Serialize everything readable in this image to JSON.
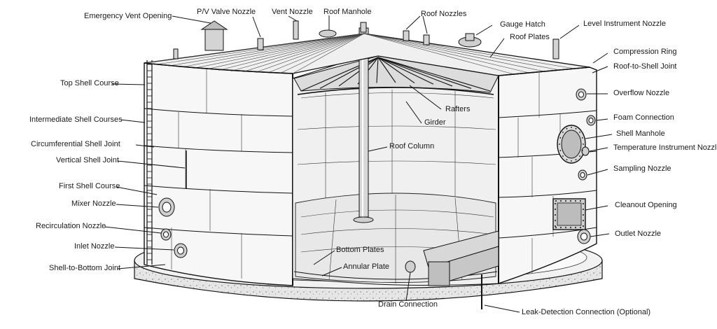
{
  "labels": {
    "emergency_vent_opening": "Emergency Vent Opening",
    "pv_valve_nozzle": "P/V Valve Nozzle",
    "vent_nozzle": "Vent Nozzle",
    "roof_manhole": "Roof Manhole",
    "roof_nozzles": "Roof Nozzles",
    "gauge_hatch": "Gauge Hatch",
    "roof_plates": "Roof Plates",
    "level_instrument_nozzle": "Level Instrument Nozzle",
    "compression_ring": "Compression Ring",
    "roof_to_shell_joint": "Roof-to-Shell Joint",
    "top_shell_course": "Top Shell Course",
    "overflow_nozzle": "Overflow Nozzle",
    "rafters": "Rafters",
    "foam_connection": "Foam Connection",
    "intermediate_shell_courses": "Intermediate Shell Courses",
    "girder": "Girder",
    "shell_manhole": "Shell Manhole",
    "circumferential_shell_joint": "Circumferential Shell Joint",
    "roof_column": "Roof Column",
    "temperature_instrument_nozzle": "Temperature Instrument Nozzle",
    "vertical_shell_joint": "Vertical Shell Joint",
    "sampling_nozzle": "Sampling Nozzle",
    "first_shell_course": "First Shell Course",
    "mixer_nozzle": "Mixer Nozzle",
    "cleanout_opening": "Cleanout Opening",
    "recirculation_nozzle": "Recirculation Nozzle",
    "outlet_nozzle": "Outlet Nozzle",
    "inlet_nozzle": "Inlet Nozzle",
    "bottom_plates": "Bottom Plates",
    "shell_to_bottom_joint": "Shell-to-Bottom Joint",
    "annular_plate": "Annular Plate",
    "drain_connection": "Drain Connection",
    "leak_detection_connection": "Leak-Detection Connection (Optional)"
  }
}
